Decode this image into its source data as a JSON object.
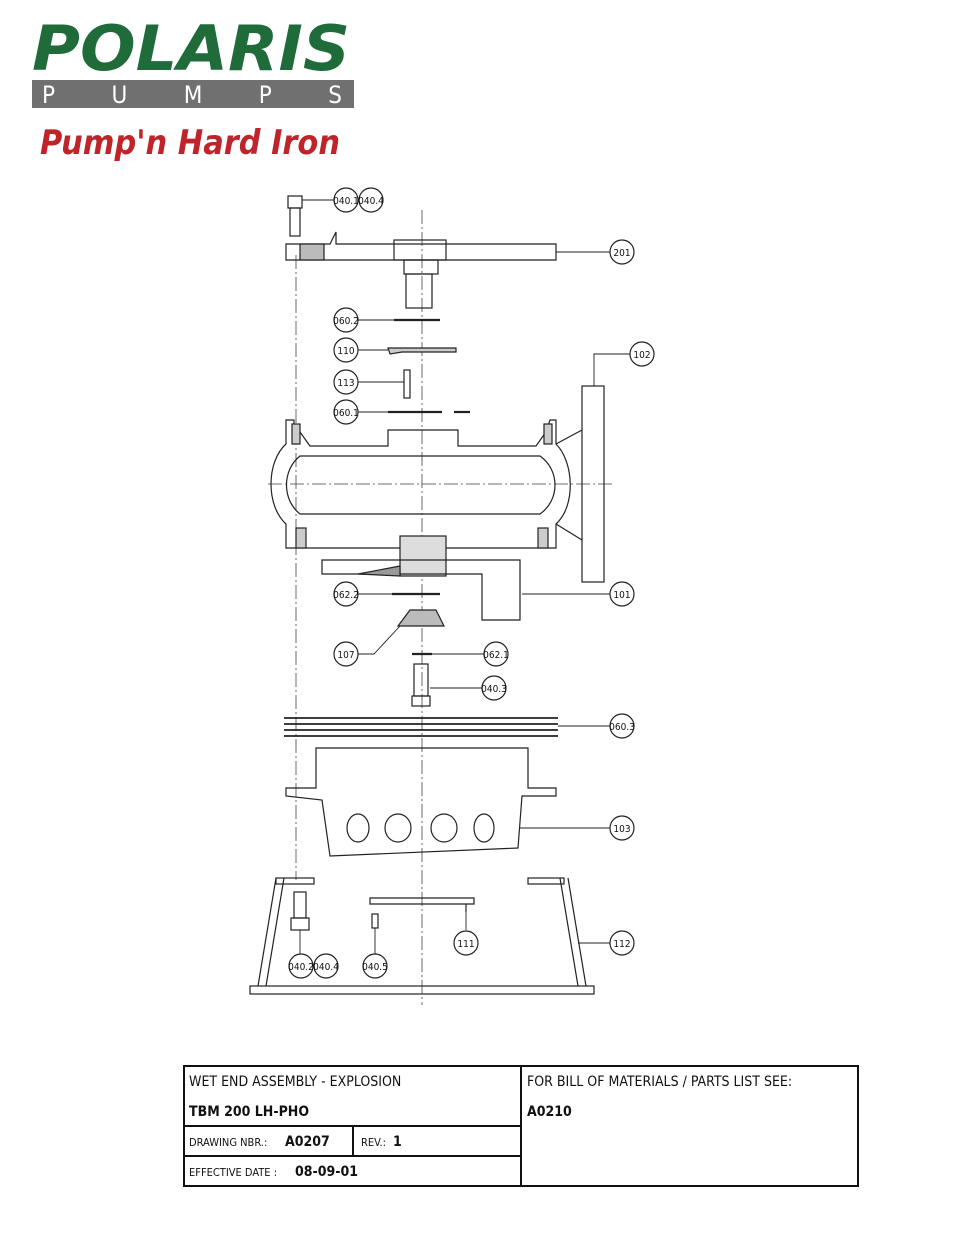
{
  "brand": {
    "name": "POLARIS",
    "sub": "PUMPS",
    "tagline": "Pump'n Hard Iron",
    "colors": {
      "green": "#1f6b3a",
      "red": "#c0242b",
      "gray": "#707070"
    }
  },
  "callouts": {
    "c040_1": "040.1",
    "c040_4a": "040.4",
    "c201": "201",
    "c060_2": "060.2",
    "c110": "110",
    "c102": "102",
    "c113": "113",
    "c060_1": "060.1",
    "c062_2": "062.2",
    "c101": "101",
    "c107": "107",
    "c062_1": "062.1",
    "c040_3": "040.3",
    "c060_3": "060.3",
    "c103": "103",
    "c111": "111",
    "c112": "112",
    "c040_2": "040.2",
    "c040_4b": "040.4",
    "c040_5": "040.5"
  },
  "titleblock": {
    "title": "WET END ASSEMBLY - EXPLOSION",
    "model": "TBM 200 LH-PHO",
    "drawing_label": "DRAWING NBR.:",
    "drawing_value": "A0207",
    "rev_label": "REV.:",
    "rev_value": "1",
    "date_label": "EFFECTIVE DATE :",
    "date_value": "08-09-01",
    "bom_label": "FOR BILL OF MATERIALS / PARTS LIST SEE:",
    "bom_value": "A0210"
  }
}
